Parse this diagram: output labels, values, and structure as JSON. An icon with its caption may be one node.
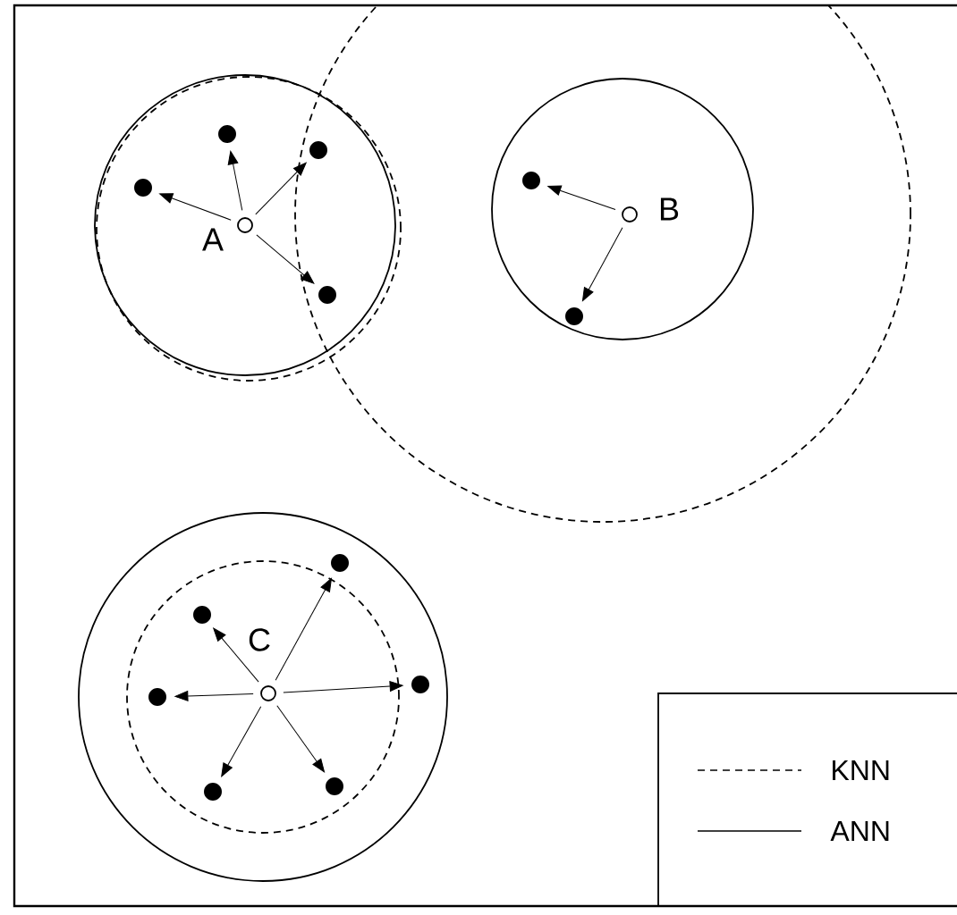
{
  "diagram": {
    "nodes": [
      {
        "text": [],
        "shape": "circle",
        "beside": [
          "A"
        ]
      },
      {
        "text": [],
        "shape": "circle"
      },
      {
        "text": [],
        "shape": "circle"
      },
      {
        "text": [],
        "shape": "circle"
      },
      {
        "text": [],
        "shape": "circle"
      },
      {
        "text": [],
        "shape": "circle",
        "beside": [
          "B"
        ]
      },
      {
        "text": [],
        "shape": "circle"
      },
      {
        "text": [],
        "shape": "circle"
      },
      {
        "text": [],
        "shape": "circle",
        "beside": [
          "C"
        ]
      },
      {
        "text": [],
        "shape": "circle"
      },
      {
        "text": [],
        "shape": "circle"
      },
      {
        "text": [],
        "shape": "circle"
      },
      {
        "text": [],
        "shape": "circle"
      },
      {
        "text": [],
        "shape": "circle"
      },
      {
        "text": [],
        "shape": "circle"
      }
    ],
    "edges": [
      {
        "from": 0,
        "to": 1,
        "arrow": "to"
      },
      {
        "from": 0,
        "to": 2,
        "arrow": "to"
      },
      {
        "from": 0,
        "to": 3,
        "arrow": "to"
      },
      {
        "from": 0,
        "to": 4,
        "arrow": "to"
      },
      {
        "from": 5,
        "to": 6,
        "arrow": "to"
      },
      {
        "from": 5,
        "to": 7,
        "arrow": "to"
      },
      {
        "from": 8,
        "to": 9,
        "arrow": "to"
      },
      {
        "from": 8,
        "to": 10,
        "arrow": "to"
      },
      {
        "from": 8,
        "to": 11,
        "arrow": "to"
      },
      {
        "from": 8,
        "to": 12,
        "arrow": "to"
      },
      {
        "from": 8,
        "to": 13,
        "arrow": "to"
      },
      {
        "from": 8,
        "to": 14,
        "arrow": "to"
      }
    ],
    "legend": [
      {
        "text": "KNN"
      },
      {
        "text": "ANN"
      }
    ]
  }
}
